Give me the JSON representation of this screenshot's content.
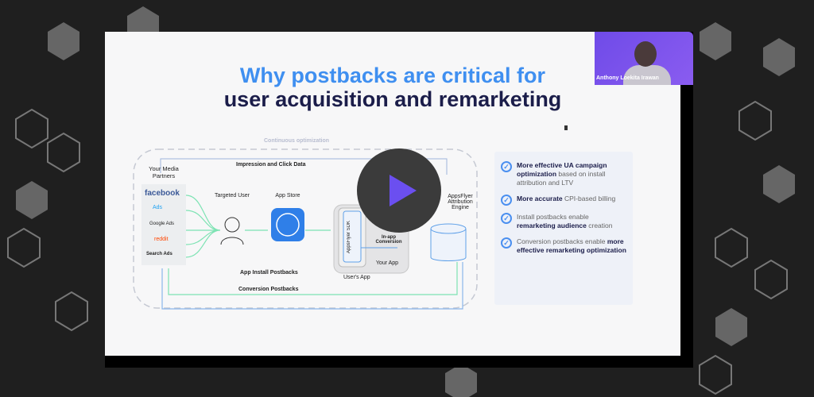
{
  "slide": {
    "title_line1": "Why postbacks are critical for",
    "title_line2": "user acquisition and remarketing",
    "diagram": {
      "continuous": "Continuous optimization",
      "impression": "Impression and Click Data",
      "media_partners": "Your Media Partners",
      "partners": [
        "facebook",
        "Ads",
        "Google Ads",
        "reddit",
        "Search Ads"
      ],
      "targeted_user": "Targeted User",
      "app_store": "App Store",
      "user_app": "User's App",
      "your_app": "Your App",
      "sdk": "AppsFlyer SDK",
      "inapp": "In-app Conversion",
      "engine": "AppsFlyer Attribution Engine",
      "install_postbacks": "App Install Postbacks",
      "conversion_postbacks": "Conversion Postbacks"
    },
    "benefits": [
      {
        "bold": "More effective UA campaign optimization",
        "rest": " based on install attribution and LTV",
        "pre": ""
      },
      {
        "bold": "More accurate",
        "rest": " CPI-based billing",
        "pre": ""
      },
      {
        "pre": "Install postbacks enable ",
        "bold": "remarketing audience",
        "rest": " creation"
      },
      {
        "pre": "Conversion postbacks enable ",
        "bold": "more effective remarketing optimization",
        "rest": ""
      }
    ]
  },
  "speaker": {
    "name": "Anthony Loekita Irawan"
  },
  "colors": {
    "title_blue": "#3f8ff0",
    "title_navy": "#1b1d4a",
    "play": "#6b4ff0"
  }
}
